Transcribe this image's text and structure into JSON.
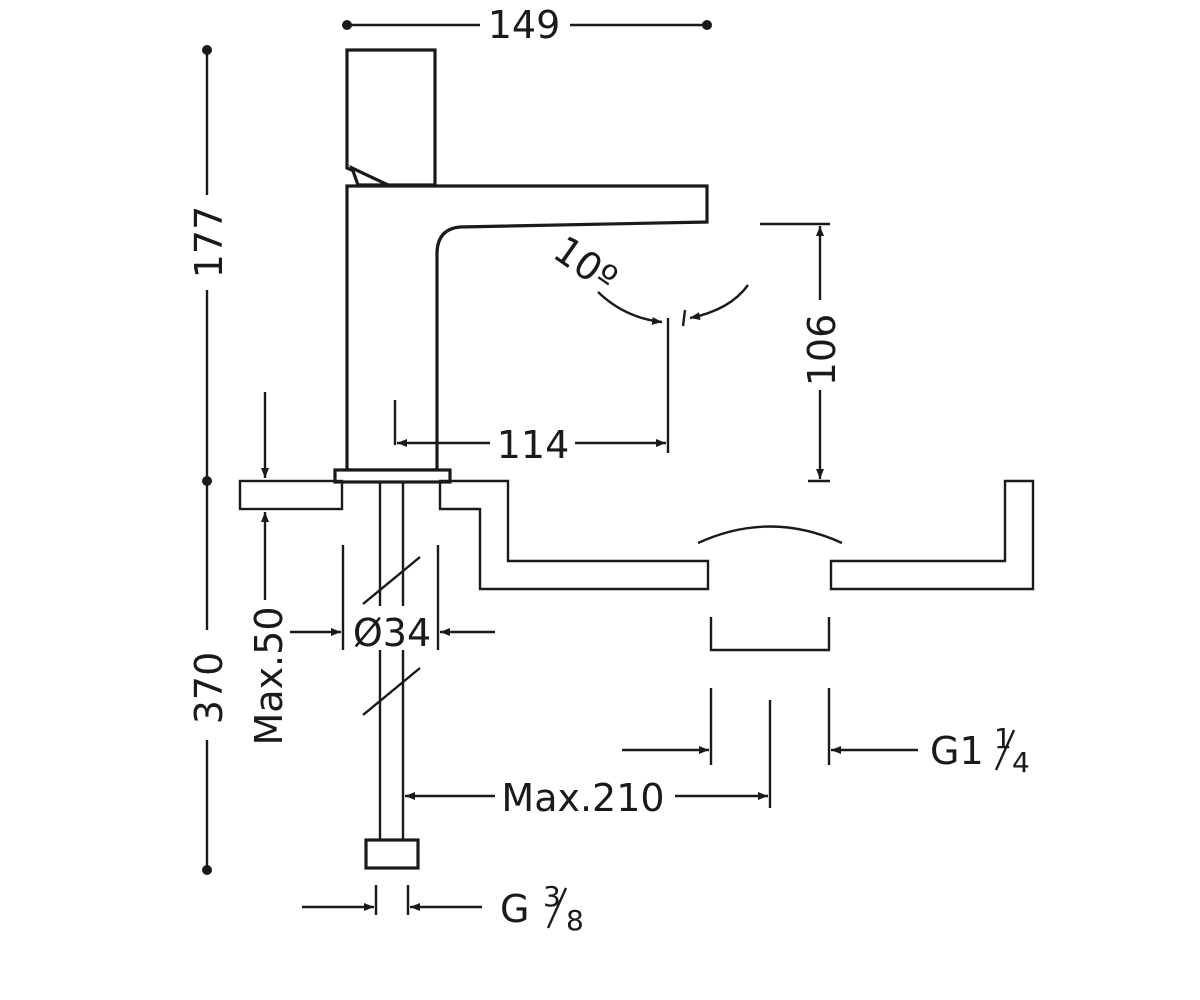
{
  "dimensions": {
    "width_top": "149",
    "height_spout": "177",
    "total_height": "370",
    "spout_clearance": "106",
    "spout_reach": "114",
    "angle": "10º",
    "deck_thickness": "Max.50",
    "hole_diameter": "Ø34",
    "hose_reach": "Max.210",
    "waste_thread_prefix": "G1",
    "waste_thread_fraction": {
      "num": "1",
      "den": "4"
    },
    "supply_thread_prefix": "G",
    "supply_thread_fraction": {
      "num": "3",
      "den": "8"
    }
  },
  "colors": {
    "ink": "#1a1a1a",
    "background": "#ffffff"
  }
}
